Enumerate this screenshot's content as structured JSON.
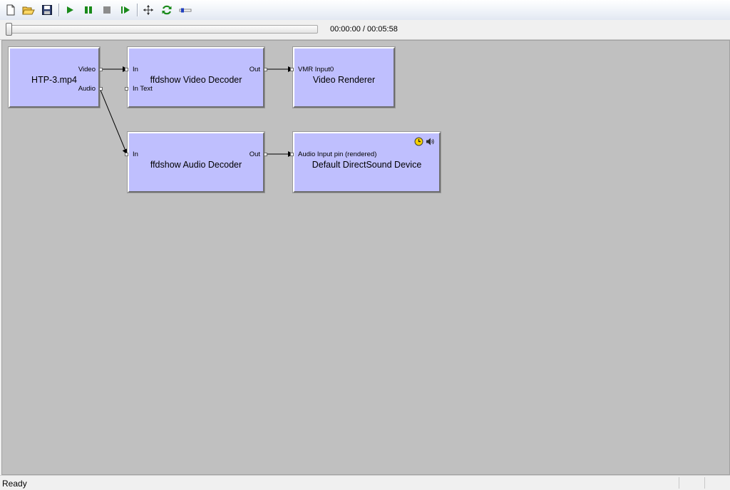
{
  "toolbar": {
    "buttons": [
      {
        "icon": "new-document-icon"
      },
      {
        "icon": "open-folder-icon"
      },
      {
        "icon": "save-icon"
      },
      {
        "icon": "play-icon"
      },
      {
        "icon": "pause-icon"
      },
      {
        "icon": "stop-icon"
      },
      {
        "icon": "step-frame-icon"
      },
      {
        "icon": "arrange-icon"
      },
      {
        "icon": "refresh-icon"
      },
      {
        "icon": "seek-icon"
      }
    ]
  },
  "seekbar": {
    "position_time": "00:00:00 / 00:05:58",
    "progress": 0
  },
  "filters": {
    "source": {
      "title": "HTP-3.mp4",
      "pins": {
        "video": "Video",
        "audio": "Audio"
      }
    },
    "video_decoder": {
      "title": "ffdshow Video Decoder",
      "pins": {
        "in": "In",
        "in_text": "In Text",
        "out": "Out"
      }
    },
    "video_renderer": {
      "title": "Video Renderer",
      "pins": {
        "in": "VMR Input0"
      }
    },
    "audio_decoder": {
      "title": "ffdshow Audio Decoder",
      "pins": {
        "in": "In",
        "out": "Out"
      }
    },
    "audio_renderer": {
      "title": "Default DirectSound Device",
      "pins": {
        "in": "Audio Input pin (rendered)"
      },
      "icons": [
        "clock-icon",
        "speaker-icon"
      ]
    }
  },
  "colors": {
    "filter_fill": "#bfbffe",
    "canvas": "#c0c0c0",
    "play_green": "#1a8a1a",
    "clock_yellow": "#f4d000"
  },
  "statusbar": {
    "text": "Ready"
  }
}
